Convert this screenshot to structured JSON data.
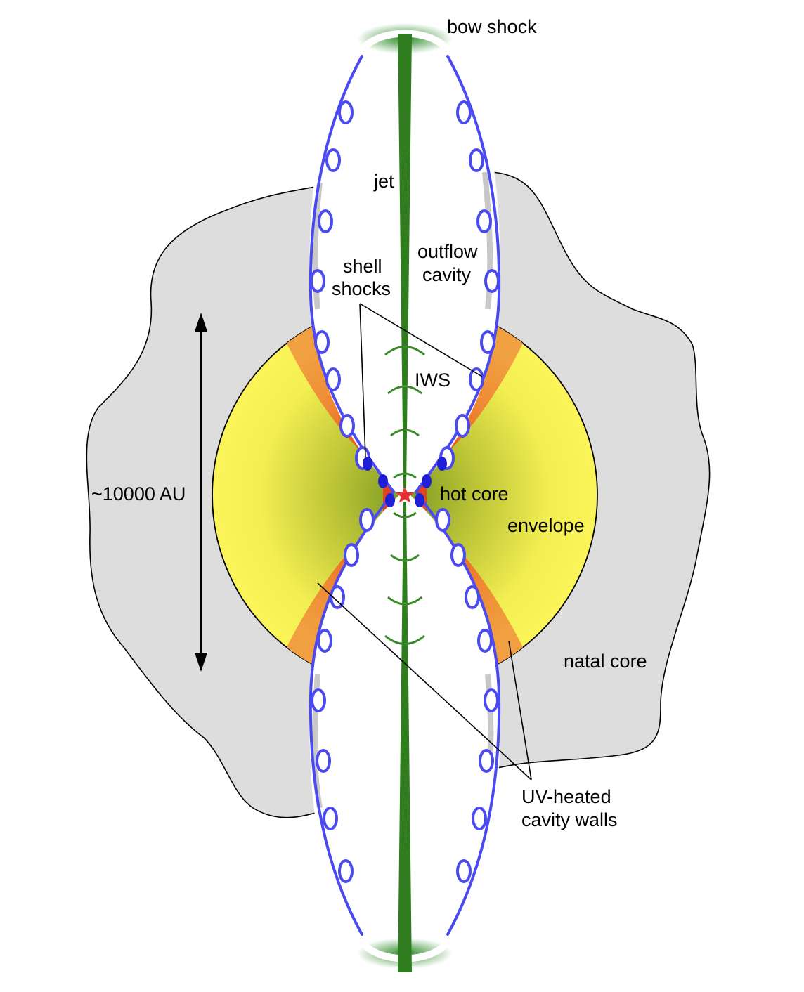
{
  "labels": {
    "bow_shock": "bow shock",
    "jet": "jet",
    "outflow_cavity_1": "outflow",
    "outflow_cavity_2": "cavity",
    "shell_shocks_1": "shell",
    "shell_shocks_2": "shocks",
    "iws": "IWS",
    "scale": "~10000 AU",
    "hot_core": "hot core",
    "envelope": "envelope",
    "natal_core": "natal core",
    "uv_walls_1": "UV-heated",
    "uv_walls_2": "cavity walls"
  },
  "colors": {
    "natal_core": "#dddddd",
    "envelope_outer": "#fbf55a",
    "envelope_inner": "#8fa82a",
    "cavity_wall_band": "#f0a040",
    "cavity_wall_inner": "#e04a20",
    "jet": "#2f7d1f",
    "shell_shock_line": "#4a4af0",
    "protostar": "#e83030"
  },
  "icons": [
    "protostar-star-icon",
    "double-arrow-icon"
  ]
}
